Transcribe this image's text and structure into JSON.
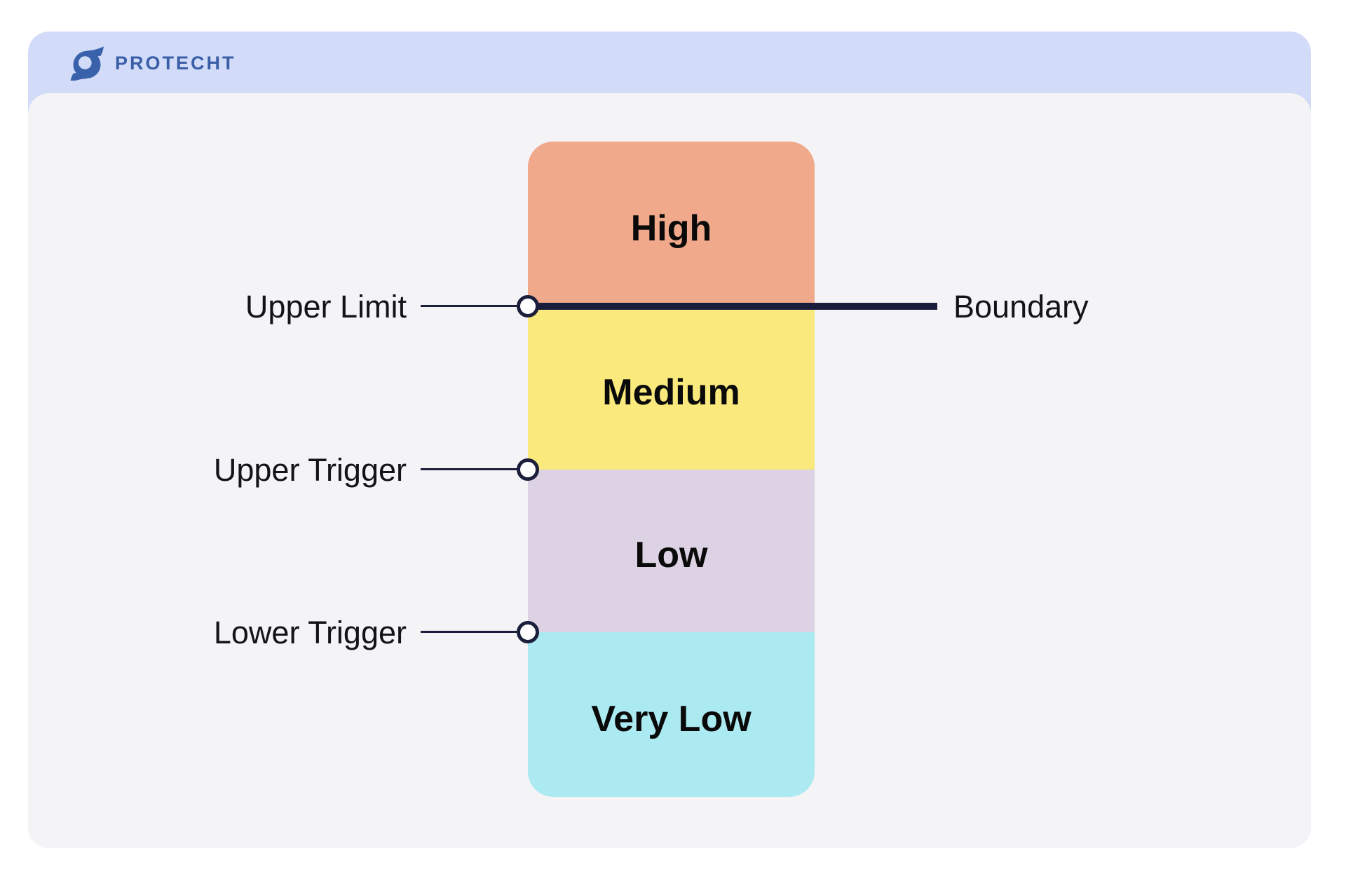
{
  "header": {
    "logo_text": "PROTECHT",
    "logo_color": "#3A5FA8",
    "band_color": "#D2DCF8"
  },
  "diagram": {
    "card_bg": "#F4F4F6",
    "line_color": "#191D3B",
    "segments": [
      {
        "label": "High",
        "color": "#F1A98B"
      },
      {
        "label": "Medium",
        "color": "#FAE97C"
      },
      {
        "label": "Low",
        "color": "#DCD2E3"
      },
      {
        "label": "Very Low",
        "color": "#ACEAF1"
      }
    ],
    "markers": [
      {
        "label": "Upper Limit",
        "type": "limit"
      },
      {
        "label": "Upper Trigger",
        "type": "trigger"
      },
      {
        "label": "Lower Trigger",
        "type": "trigger"
      }
    ],
    "boundary_label": "Boundary"
  }
}
